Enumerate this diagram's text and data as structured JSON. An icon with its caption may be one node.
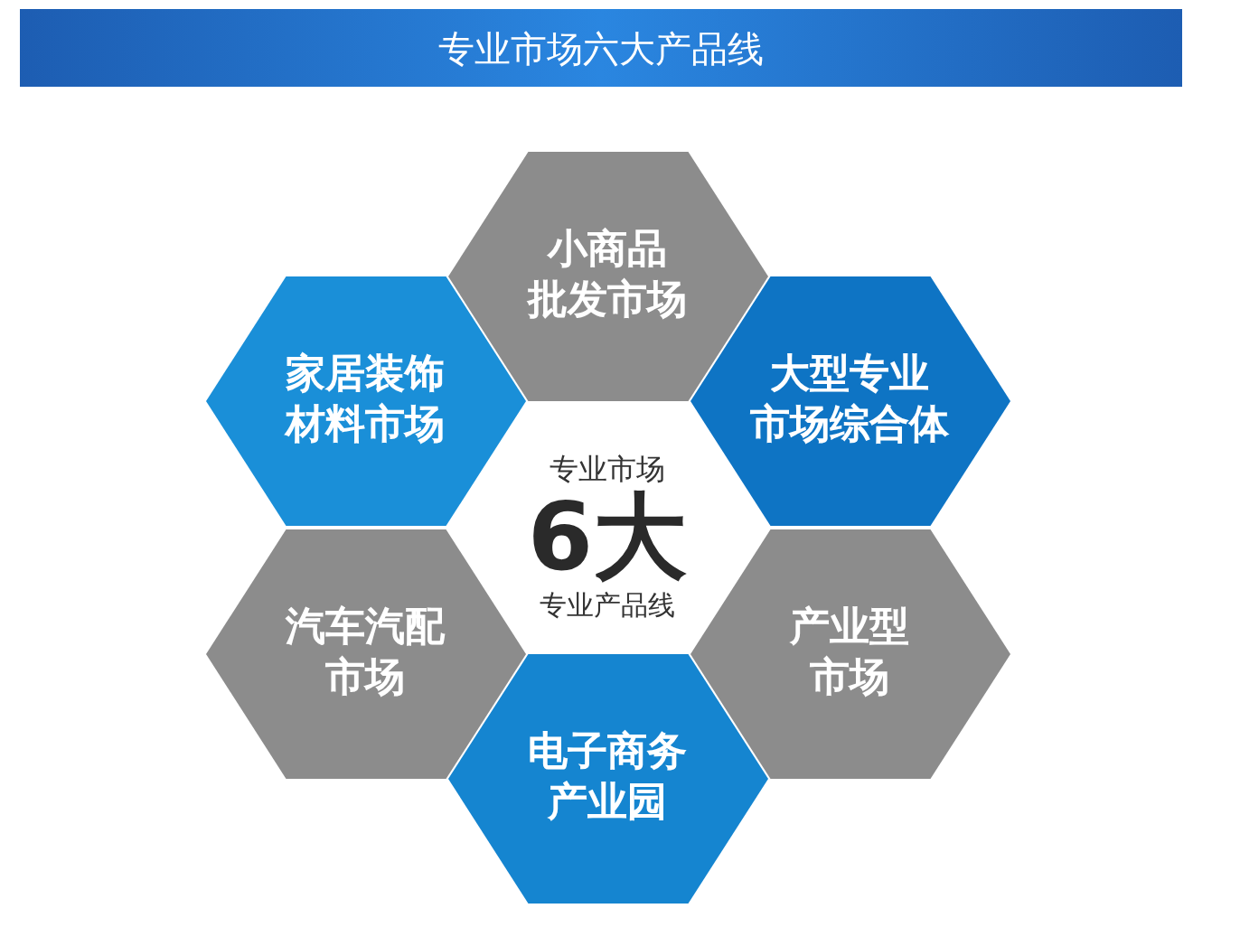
{
  "diagram": {
    "title": "专业市场六大产品线",
    "nodes": [
      {
        "text": [
          "小商品批发市场"
        ]
      },
      {
        "text": [
          "家居装饰材料市场"
        ]
      },
      {
        "text": [
          "大型专业市场综合体"
        ]
      },
      {
        "text": [
          "汽车汽配市场"
        ]
      },
      {
        "text": [
          "产业型市场"
        ]
      },
      {
        "text": [
          "电子商务产业园"
        ]
      }
    ],
    "labels": [
      "专业市场",
      "6大",
      "专业产品线"
    ]
  }
}
